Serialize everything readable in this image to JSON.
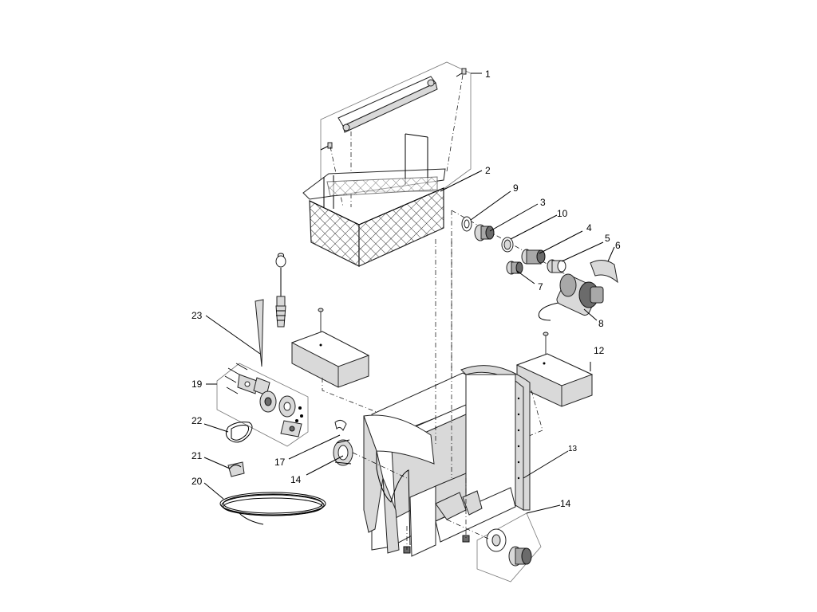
{
  "callouts": [
    {
      "id": "1",
      "label": "1"
    },
    {
      "id": "2",
      "label": "2"
    },
    {
      "id": "3",
      "label": "3"
    },
    {
      "id": "4",
      "label": "4"
    },
    {
      "id": "5",
      "label": "5"
    },
    {
      "id": "6",
      "label": "6"
    },
    {
      "id": "7",
      "label": "7"
    },
    {
      "id": "8",
      "label": "8"
    },
    {
      "id": "9",
      "label": "9"
    },
    {
      "id": "10",
      "label": "10"
    },
    {
      "id": "12",
      "label": "12"
    },
    {
      "id": "13",
      "label": "13"
    },
    {
      "id": "14a",
      "label": "14"
    },
    {
      "id": "14b",
      "label": "14"
    },
    {
      "id": "17",
      "label": "17"
    },
    {
      "id": "19",
      "label": "19"
    },
    {
      "id": "20",
      "label": "20"
    },
    {
      "id": "21",
      "label": "21"
    },
    {
      "id": "22",
      "label": "22"
    },
    {
      "id": "23",
      "label": "23"
    }
  ]
}
